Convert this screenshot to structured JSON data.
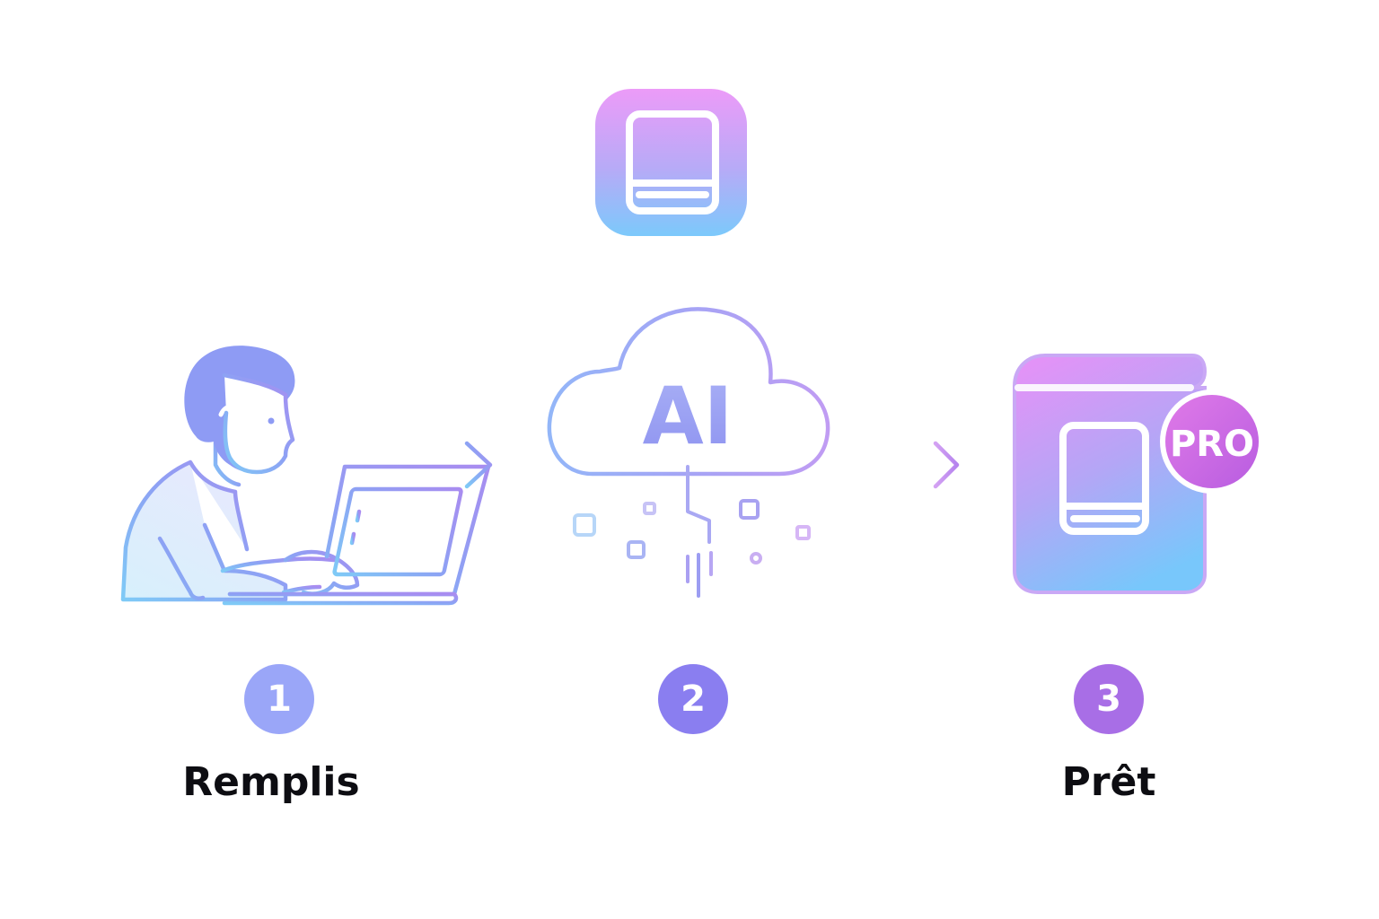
{
  "steps": [
    {
      "number": "1",
      "label": "Remplis",
      "color": "#9aa6f8"
    },
    {
      "number": "2",
      "label": "",
      "color": "#8a7ef0"
    },
    {
      "number": "3",
      "label": "Prêt",
      "color": "#a86ee6"
    }
  ],
  "ai_cloud": {
    "text": "AI"
  },
  "pro_badge": {
    "text": "PRO"
  },
  "palette": {
    "pink": "#e89bf8",
    "violet": "#a78bfa",
    "indigo": "#8c8ff5",
    "blue": "#78c6fb"
  },
  "icons": [
    "app-book-icon",
    "person-laptop-icon",
    "ai-cloud-icon",
    "arrow-right-icon",
    "pro-book-icon"
  ]
}
